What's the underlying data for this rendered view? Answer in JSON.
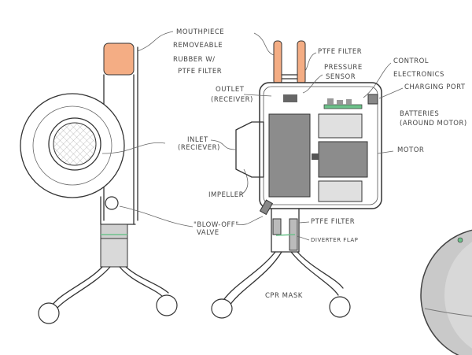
{
  "colors": {
    "mouthpiece": "#f4ad84",
    "motor": "#8c8c8c",
    "pcb": "#6cc18a",
    "light_grey": "#d9d9d9"
  },
  "labels": {
    "mouthpiece": "MOUTHPIECE",
    "removable_1": "REMOVEABLE",
    "removable_2": "RUBBER W/",
    "removable_3": "PTFE FILTER",
    "outlet_1": "OUTLET",
    "outlet_2": "(RECEIVER)",
    "ptfe_filter_top": "PTFE FILTER",
    "pressure_1": "PRESSURE",
    "pressure_2": "SENSOR",
    "control_1": "CONTROL",
    "control_2": "ELECTRONICS",
    "charging_port": "CHARGING PORT",
    "batteries_1": "BATTERIES",
    "batteries_2": "(AROUND MOTOR)",
    "motor": "MOTOR",
    "inlet_1": "INLET",
    "inlet_2": "(RECIEVER)",
    "impeller": "IMPELLER",
    "blowoff_1": "\"BLOW-OFF\"",
    "blowoff_2": "VALVE",
    "ptfe_filter_bottom": "PTFE FILTER",
    "diverter_flap": "DIVERTER FLAP",
    "cpr_mask": "CPR MASK"
  }
}
